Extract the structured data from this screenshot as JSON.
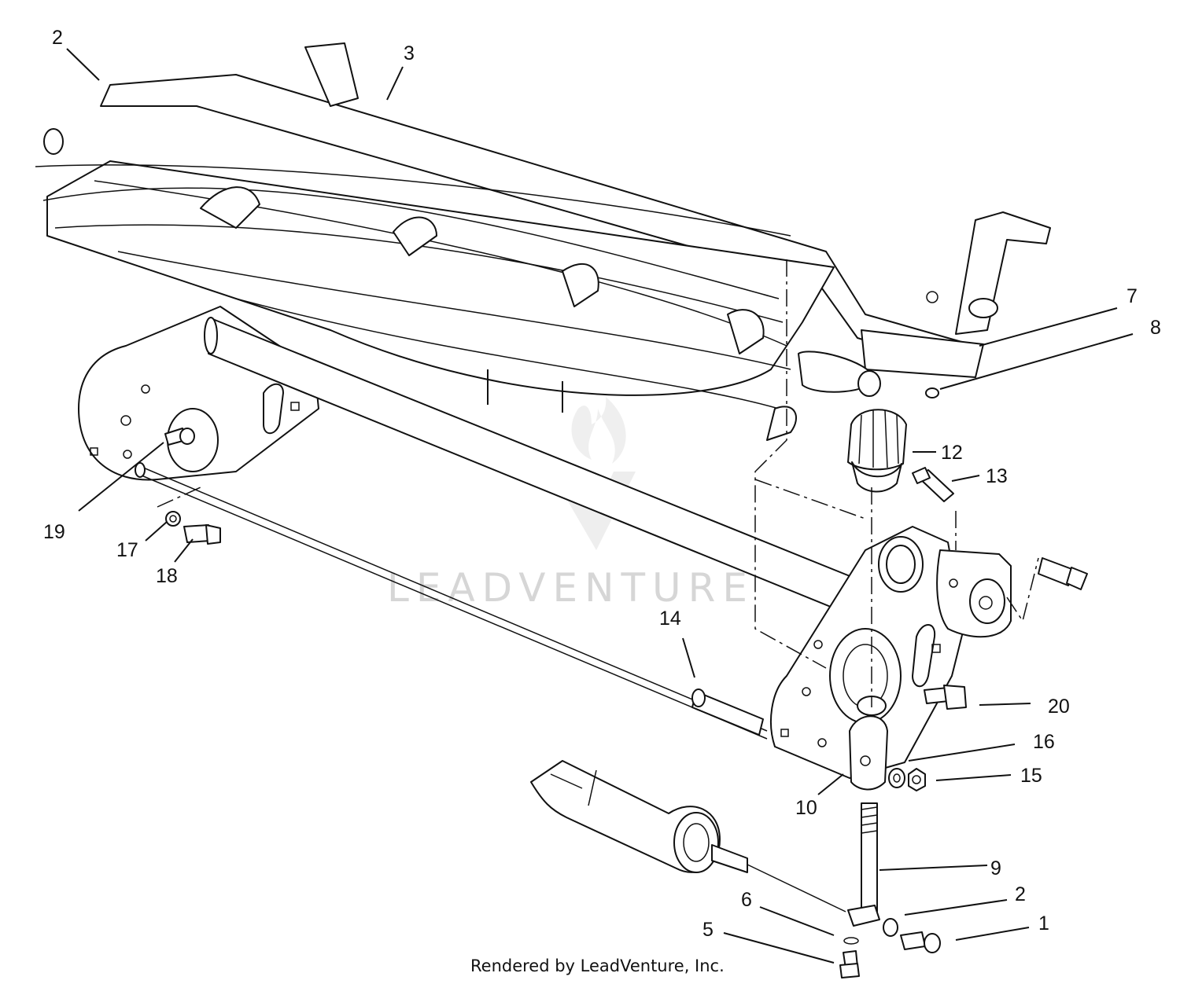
{
  "diagram": {
    "callouts": [
      "2",
      "3",
      "7",
      "8",
      "12",
      "13",
      "19",
      "17",
      "18",
      "14",
      "20",
      "16",
      "15",
      "10",
      "9",
      "2",
      "6",
      "1",
      "5"
    ]
  },
  "watermark": {
    "text": "LEADVENTURE"
  },
  "footer": {
    "credit": "Rendered by LeadVenture, Inc."
  }
}
